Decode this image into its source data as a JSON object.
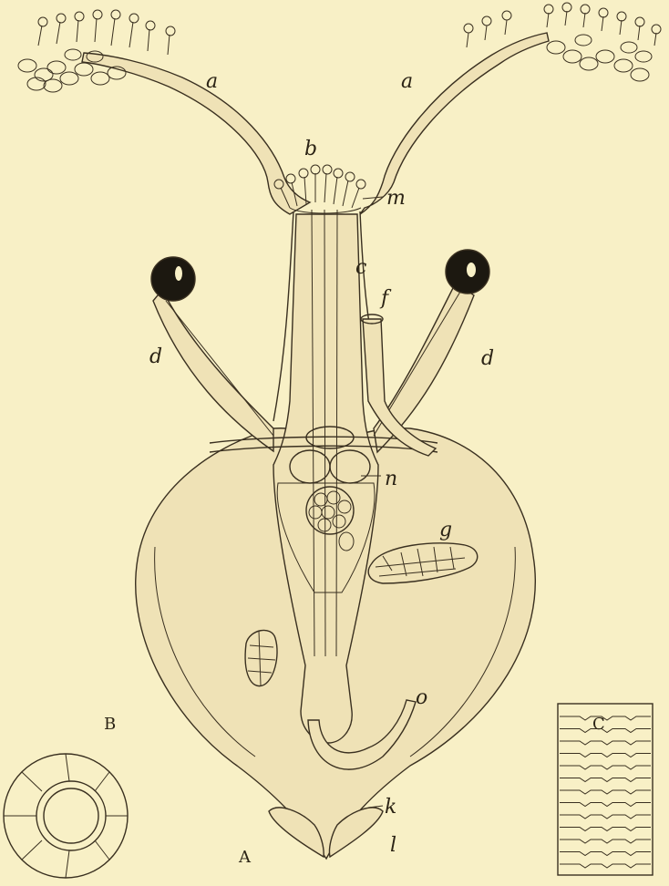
{
  "figure": {
    "labels": {
      "a_left": "a",
      "a_right": "a",
      "b": "b",
      "m": "m",
      "c": "c",
      "f": "f",
      "d_left": "d",
      "d_right": "d",
      "n": "n",
      "g": "g",
      "o": "o",
      "k": "k",
      "l": "l"
    },
    "captions": {
      "A": "A",
      "B": "B",
      "C": "C"
    }
  }
}
